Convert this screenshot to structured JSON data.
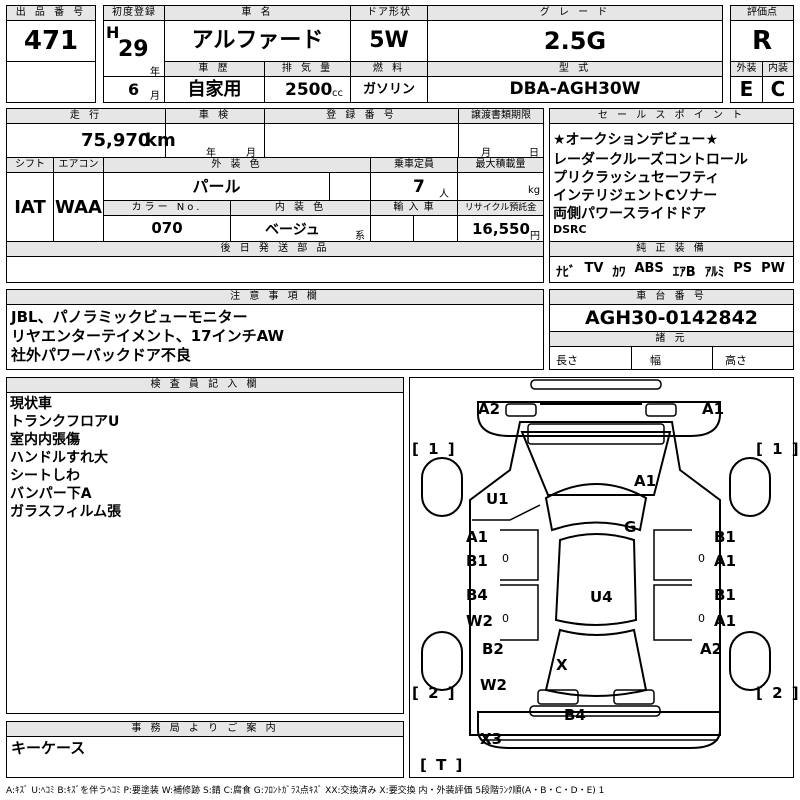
{
  "header": {
    "lot_label": "出 品 番 号",
    "lot_value": "471",
    "first_reg_label": "初度登録",
    "era": "H",
    "year": "29",
    "year_unit": "年",
    "month": "6",
    "month_unit": "月",
    "name_label": "車 名",
    "name_value": "アルファード",
    "door_label": "ドア形状",
    "door_value": "5W",
    "grade_label": "グ レ ー ド",
    "grade_value": "2.5G",
    "score_label": "評価点",
    "score_value": "R",
    "history_label": "車 歴",
    "history_value": "自家用",
    "displacement_label": "排 気 量",
    "displacement_value": "2500",
    "displacement_unit": "cc",
    "fuel_label": "燃 料",
    "fuel_value": "ガソリン",
    "model_label": "型 式",
    "model_value": "DBA-AGH30W",
    "ext_label": "外装",
    "ext_value": "E",
    "int_label": "内装",
    "int_value": "C"
  },
  "row2": {
    "mileage_label": "走 行",
    "mileage_value": "75,970",
    "mileage_unit": "km",
    "inspection_label": "車 検",
    "insp_year": "年",
    "insp_month": "月",
    "reg_no_label": "登 録 番 号",
    "transfer_label": "譲渡書類期限",
    "transfer_month": "月",
    "transfer_day": "日",
    "shift_label": "シフト",
    "shift_value": "IAT",
    "ac_label": "エアコン",
    "ac_value": "WAA",
    "ext_color_label": "外 装 色",
    "ext_color_value": "パール",
    "capacity_label": "乗車定員",
    "capacity_value": "7",
    "capacity_unit": "人",
    "max_load_label": "最大積載量",
    "max_load_unit": "kg",
    "color_no_label": "カラー No.",
    "color_no_value": "070",
    "int_color_label": "内 装 色",
    "int_color_value": "ベージュ",
    "int_color_suffix": "系",
    "import_label": "輸 入 車",
    "recycle_label": "リサイクル預託金",
    "recycle_value": "16,550",
    "recycle_unit": "円",
    "later_label": "後 日 発 送 部 品"
  },
  "sales": {
    "label": "セ ー ル ス ポ イ ン ト",
    "lines": [
      "★オークションデビュー★",
      "レーダークルーズコントロール",
      "プリクラッシュセーフティ",
      "インテリジェントCソナー",
      "両側パワースライドドア"
    ],
    "small_line": "DSRC",
    "equip_label": "純 正 装 備",
    "equip_items": [
      "ﾅﾋﾞ",
      "TV",
      "ｶﾜ",
      "ABS",
      "ｴｱB",
      "ｱﾙﾐ",
      "PS",
      "PW"
    ]
  },
  "notes": {
    "label": "注 意 事 項 欄",
    "lines": [
      "JBL、パノラミックビューモニター",
      "リヤエンターテイメント、17インチAW",
      "社外パワーバックドア不良"
    ]
  },
  "chassis": {
    "label": "車 台 番 号",
    "value": "AGH30-0142842",
    "spec_label": "諸 元",
    "length_label": "長さ",
    "width_label": "幅",
    "height_label": "高さ"
  },
  "inspector": {
    "label": "検 査 員 記 入 欄",
    "lines": [
      "現状車",
      "トランクフロアU",
      "室内内張傷",
      "ハンドルすれ大",
      "シートしわ",
      "バンパー下A",
      "ガラスフィルム張"
    ]
  },
  "office": {
    "label": "事 務 局 よ り ご 案 内",
    "value": "キーケース"
  },
  "diagram": {
    "marks": {
      "a2_top_left": "A2",
      "a1_top_right": "A1",
      "a1_hood": "A1",
      "u1": "U1",
      "g": "G",
      "l_a1": "A1",
      "l_b1": "B1",
      "l_b4": "B4",
      "l_w2": "W2",
      "r_b1": "B1",
      "r_a1": "A1",
      "r_b1b": "B1",
      "r_a1b": "A1",
      "u4": "U4",
      "l_b2": "B2",
      "r_a2": "A2",
      "x": "X",
      "l_w2b": "W2",
      "b4_rear": "B4",
      "x3": "X3",
      "zero": "0"
    },
    "side": {
      "one_left": "[ 1 ]",
      "one_right": "[ 1 ]",
      "two_left": "[ 2 ]",
      "two_right": "[ 2 ]",
      "t": "[ T ]"
    }
  },
  "legend": "A:ｷｽﾞ U:ﾍｺﾐ B:ｷｽﾞを伴うﾍｺﾐ P:要塗装 W:補修跡 S:錆 C:腐食 G:ﾌﾛﾝﾄｶﾞﾗｽ点ｷｽﾞ XX:交換済み X:要交換 内・外装評価 5段階ﾗﾝｸ順(A・B・C・D・E) 1"
}
